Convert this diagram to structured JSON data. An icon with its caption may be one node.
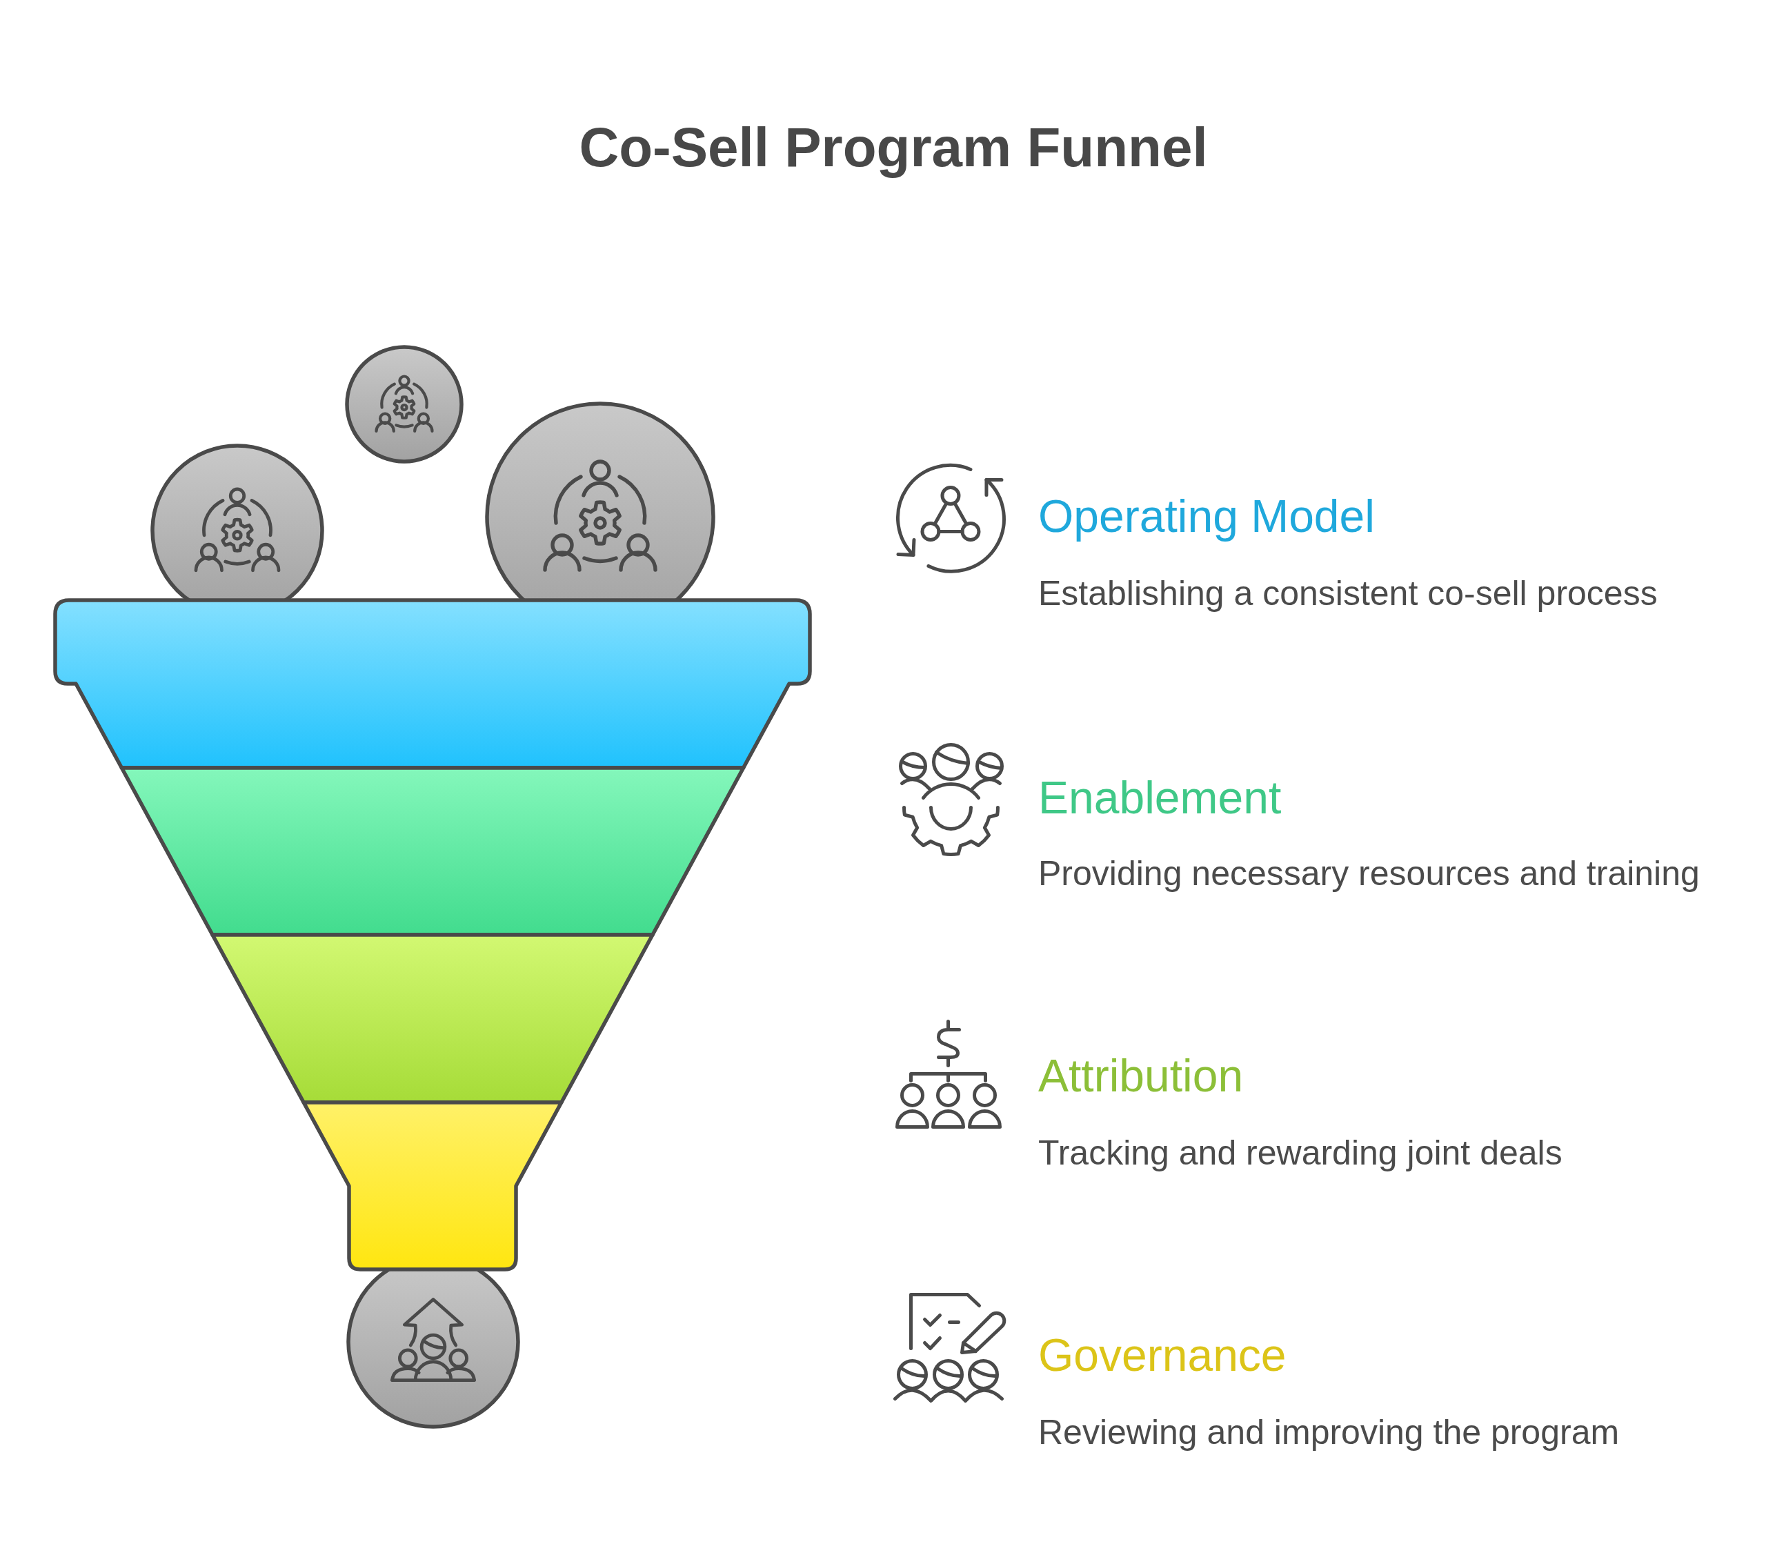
{
  "diagram": {
    "title": "Co-Sell Program Funnel",
    "labels": [
      "Operating Model",
      "Establishing a consistent co-sell process",
      "Enablement",
      "Providing necessary resources and training",
      "Attribution",
      "Tracking and rewarding joint deals",
      "Governance",
      "Reviewing and improving the program"
    ]
  }
}
